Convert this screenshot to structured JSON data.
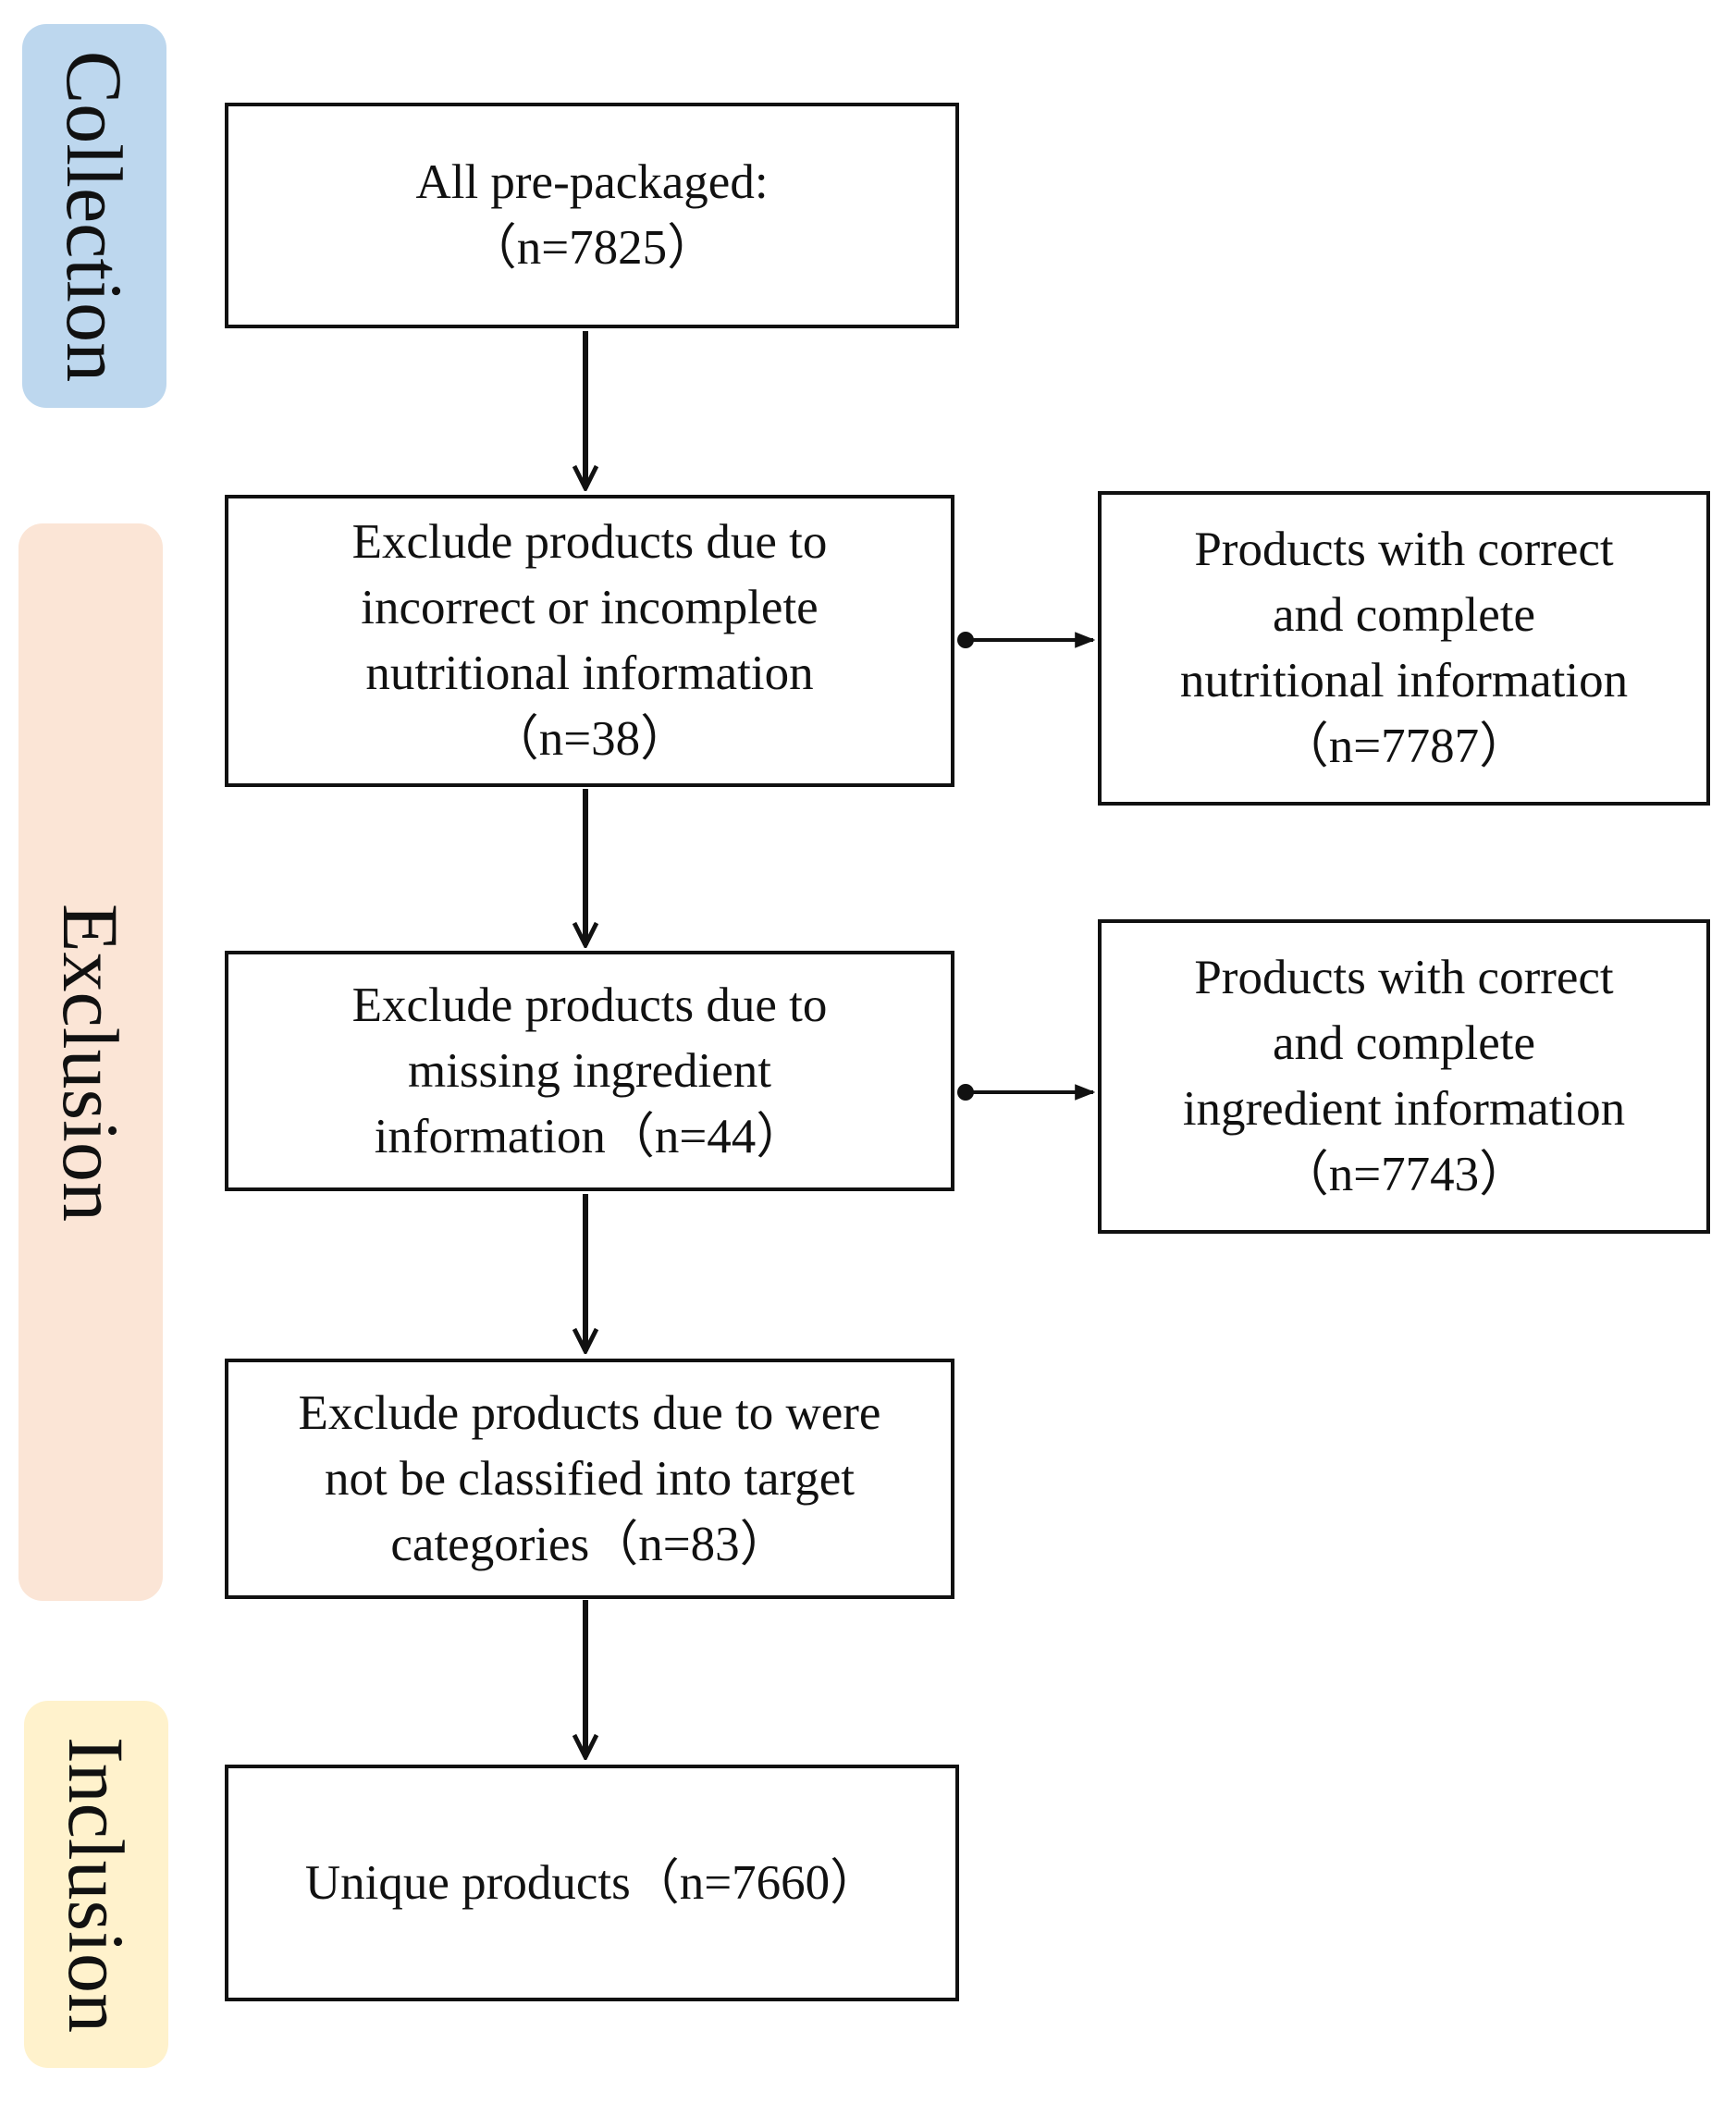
{
  "phases": [
    {
      "id": "collection",
      "label": "Collection",
      "color": "#bdd7ee"
    },
    {
      "id": "exclusion",
      "label": "Exclusion",
      "color": "#fbe5d6"
    },
    {
      "id": "inclusion",
      "label": "Inclusion",
      "color": "#fff2cc"
    }
  ],
  "nodes": {
    "all_prepackaged": {
      "lines": [
        "All pre-packaged:",
        "（n=7825）"
      ]
    },
    "exclude_nutrition": {
      "lines": [
        "Exclude products due to",
        "incorrect or incomplete",
        "nutritional information",
        "（n=38）"
      ]
    },
    "correct_nutrition": {
      "lines": [
        "Products with correct",
        "and complete",
        "nutritional information",
        "（n=7787）"
      ]
    },
    "exclude_ingredient": {
      "lines": [
        "Exclude products due to",
        "missing ingredient",
        "information（n=44）"
      ]
    },
    "correct_ingredient": {
      "lines": [
        "Products with correct",
        "and complete",
        "ingredient information",
        "（n=7743）"
      ]
    },
    "exclude_category": {
      "lines": [
        "Exclude products due to were",
        "not be classified into target",
        "categories（n=83）"
      ]
    },
    "unique_products": {
      "lines": [
        "Unique products（n=7660）"
      ]
    }
  },
  "edges": [
    {
      "from": "all_prepackaged",
      "to": "exclude_nutrition"
    },
    {
      "from": "exclude_nutrition",
      "to": "correct_nutrition"
    },
    {
      "from": "exclude_nutrition",
      "to": "exclude_ingredient"
    },
    {
      "from": "exclude_ingredient",
      "to": "correct_ingredient"
    },
    {
      "from": "exclude_ingredient",
      "to": "exclude_category"
    },
    {
      "from": "exclude_category",
      "to": "unique_products"
    }
  ]
}
